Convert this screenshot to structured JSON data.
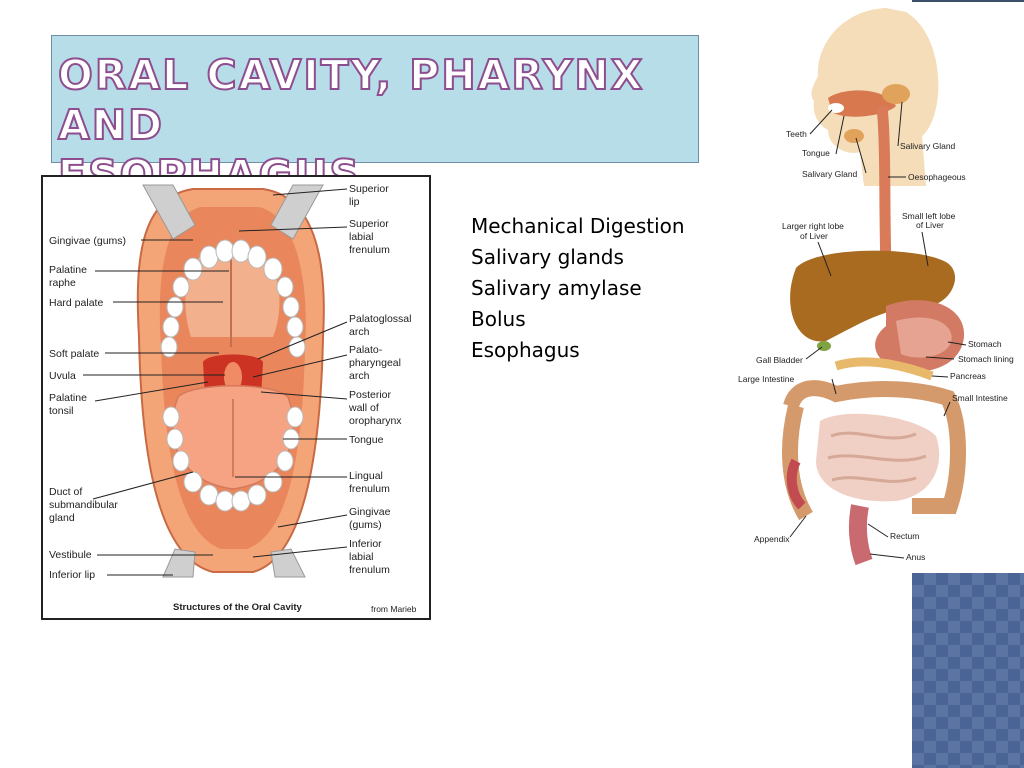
{
  "slide": {
    "title_line1": "Oral cavity, pharynx and",
    "title_line2": "esophagus",
    "bullets": [
      "Mechanical Digestion",
      "Salivary glands",
      "Salivary amylase",
      "Bolus",
      "Esophagus"
    ]
  },
  "oral_figure": {
    "caption": "Structures of the Oral Cavity",
    "credit": "from Marieb",
    "left_labels": [
      "Gingivae (gums)",
      "Palatine",
      "raphe",
      "Hard palate",
      "Soft palate",
      "Uvula",
      "Palatine",
      "tonsil",
      "Duct of",
      "submandibular",
      "gland",
      "Vestibule",
      "Inferior lip"
    ],
    "right_labels": [
      "Superior",
      "lip",
      "Superior",
      "labial",
      "frenulum",
      "Palatoglossal",
      "arch",
      "Palato-",
      "pharyngeal",
      "arch",
      "Posterior",
      "wall of",
      "oropharynx",
      "Tongue",
      "Lingual",
      "frenulum",
      "Gingivae",
      "(gums)",
      "Inferior",
      "labial",
      "frenulum"
    ]
  },
  "digestive_figure": {
    "labels": [
      "Teeth",
      "Tongue",
      "Salivary Gland",
      "Salivary Gland",
      "Oesophageous",
      "Larger right lobe",
      "of Liver",
      "Small left lobe",
      "of Liver",
      "Stomach",
      "Gall Bladder",
      "Stomach lining",
      "Large Intestine",
      "Pancreas",
      "Small Intestine",
      "Appendix",
      "Rectum",
      "Anus"
    ]
  },
  "colors": {
    "title_fill": "#ffffff",
    "title_outline": "#8e4d8e",
    "title_box": "#b7dde9",
    "accent_panel": "#4a6496"
  }
}
